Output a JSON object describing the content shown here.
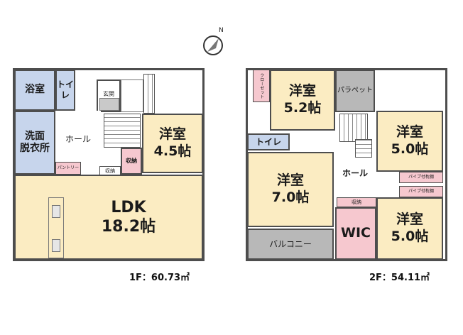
{
  "compass": {
    "north_label": "N"
  },
  "floor1": {
    "area_label": "1F：60.73㎡",
    "rooms": {
      "bath": "浴室",
      "toilet": "トイ\nレ",
      "entrance": "玄関",
      "hall": "ホール",
      "washroom": "洗面\n脱衣所",
      "western": "洋室\n4.5帖",
      "storage": "収納",
      "pantry": "パントリー",
      "storage_small": "収納",
      "ldk": "LDK\n18.2帖"
    }
  },
  "floor2": {
    "area_label": "2F：54.11㎡",
    "rooms": {
      "closet": "クローゼット",
      "western_a": "洋室\n5.2帖",
      "parapet": "パラペット",
      "toilet": "トイレ",
      "western_b": "洋室\n5.0帖",
      "hall": "ホール",
      "pipe_shelf_1": "パイプ付枕棚",
      "pipe_shelf_2": "パイプ付枕棚",
      "western_c": "洋室\n7.0帖",
      "storage": "収納",
      "wic": "WIC",
      "western_d": "洋室\n5.0帖",
      "balcony": "バルコニー"
    }
  }
}
